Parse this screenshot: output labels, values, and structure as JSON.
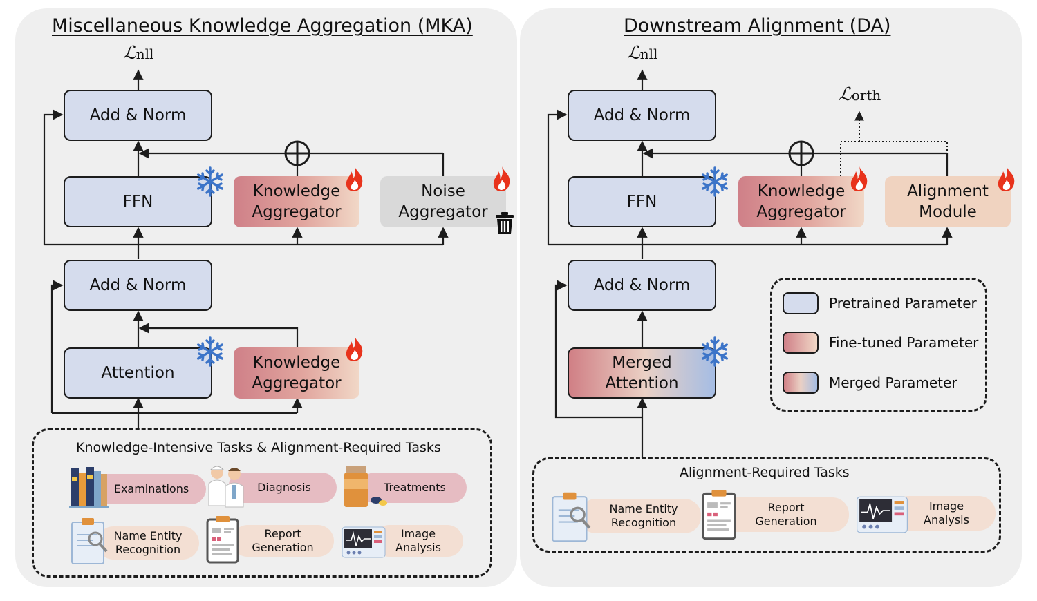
{
  "colors": {
    "panel": "#efefef",
    "pretrained": "#d5dced",
    "finetuned_start": "#cf8088",
    "finetuned_end": "#f1d8c7",
    "merged_end": "#a5bde4",
    "noise": "#d9d9d9",
    "flame": "#e8331c",
    "snowflake": "#3c74c8"
  },
  "mka": {
    "title": "Miscellaneous Knowledge Aggregation (MKA)",
    "loss_main": "ℒ",
    "loss_sub": "nll",
    "add_norm_top": "Add & Norm",
    "ffn": "FFN",
    "knowledge_aggregator_ffn": "Knowledge\nAggregator",
    "noise_aggregator": "Noise\nAggregator",
    "add_norm_bottom": "Add & Norm",
    "attention": "Attention",
    "knowledge_aggregator_attn": "Knowledge\nAggregator",
    "tasks_title": "Knowledge-Intensive Tasks & Alignment-Required Tasks",
    "tasks": [
      {
        "label": "Examinations",
        "icon": "books-icon"
      },
      {
        "label": "Diagnosis",
        "icon": "doctors-icon"
      },
      {
        "label": "Treatments",
        "icon": "pill-bottle-icon"
      },
      {
        "label": "Name Entity\nRecognition",
        "icon": "clipboard-magnifier-icon"
      },
      {
        "label": "Report\nGeneration",
        "icon": "report-icon"
      },
      {
        "label": "Image\nAnalysis",
        "icon": "monitor-icon"
      }
    ]
  },
  "da": {
    "title": "Downstream Alignment (DA)",
    "loss_main": "ℒ",
    "loss_sub": "nll",
    "orth_main": "ℒ",
    "orth_sub": "orth",
    "add_norm_top": "Add & Norm",
    "ffn": "FFN",
    "knowledge_aggregator": "Knowledge\nAggregator",
    "alignment_module": "Alignment\nModule",
    "add_norm_bottom": "Add & Norm",
    "merged_attention": "Merged\nAttention",
    "tasks_title": "Alignment-Required Tasks",
    "tasks": [
      {
        "label": "Name Entity\nRecognition",
        "icon": "clipboard-magnifier-icon"
      },
      {
        "label": "Report\nGeneration",
        "icon": "report-icon"
      },
      {
        "label": "Image\nAnalysis",
        "icon": "monitor-icon"
      }
    ]
  },
  "legend": {
    "pretrained": "Pretrained Parameter",
    "finetuned": "Fine-tuned Parameter",
    "merged": "Merged Parameter"
  }
}
